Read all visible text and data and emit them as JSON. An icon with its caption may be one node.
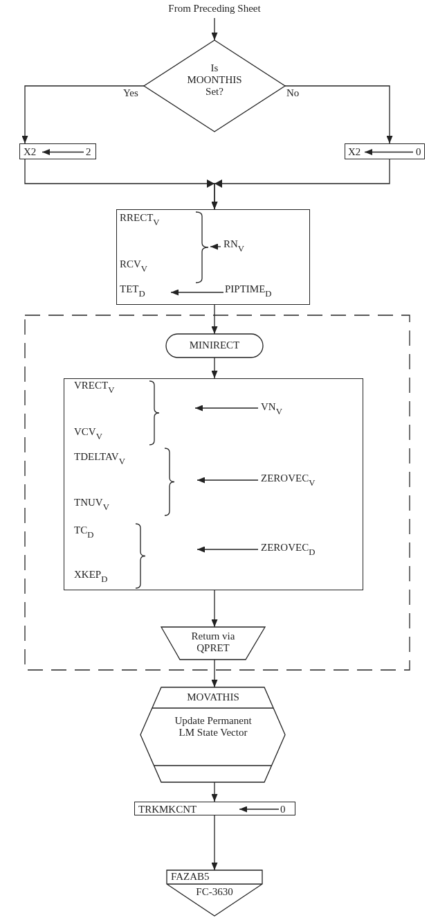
{
  "diagram": {
    "nodes": [
      {
        "text": [
          "From Preceding Sheet"
        ]
      },
      {
        "text": [
          "Is MOONTHIS Set?"
        ]
      },
      {
        "text": [
          "X2",
          "2"
        ]
      },
      {
        "text": [
          "X2",
          "0"
        ]
      },
      {
        "text": [
          "RRECT$_{V}$",
          "RN$_{V}$",
          "RCV$_{V}$",
          "TET$_{D}$",
          "PIPTIME$_{D}$"
        ]
      },
      {
        "text": [],
        "shape": "box"
      },
      {
        "text": [
          "MINIRECT"
        ],
        "in": 5
      },
      {
        "text": [
          "VRECT$_{V}$",
          "VN$_{V}$",
          "VCV$_{V}$",
          "TDELTAV$_{V}$",
          "ZEROVEC$_{V}$",
          "TNUV$_{V}$",
          "TC$_{D}$",
          "ZEROVEC$_{D}$",
          "XKEP$_{D}$"
        ],
        "in": 5
      },
      {
        "text": [
          "Return via QPRET"
        ],
        "in": 5
      },
      {
        "text": [
          "MOVATHIS",
          "Update Permanent LM State Vector"
        ]
      },
      {
        "text": [
          "TRKMKCNT",
          "0"
        ]
      },
      {
        "text": [
          "FAZAB5",
          "FC-3630"
        ]
      }
    ],
    "edges": [
      {
        "from": 0,
        "to": 1,
        "arrow": "to"
      },
      {
        "from": 1,
        "to": 2,
        "arrow": "to",
        "label": "Yes"
      },
      {
        "from": 1,
        "to": 3,
        "arrow": "to",
        "label": "No"
      },
      {
        "from": 2,
        "to": 4,
        "arrow": "to"
      },
      {
        "from": 3,
        "to": 4,
        "arrow": "to"
      },
      {
        "from": 4,
        "to": 6,
        "arrow": "to"
      },
      {
        "from": 6,
        "to": 7,
        "arrow": "to"
      },
      {
        "from": 7,
        "to": 8,
        "arrow": "to"
      },
      {
        "from": 8,
        "to": 9,
        "arrow": "to"
      },
      {
        "from": 9,
        "to": 10,
        "arrow": "to"
      },
      {
        "from": 10,
        "to": 11,
        "arrow": "to"
      }
    ]
  }
}
